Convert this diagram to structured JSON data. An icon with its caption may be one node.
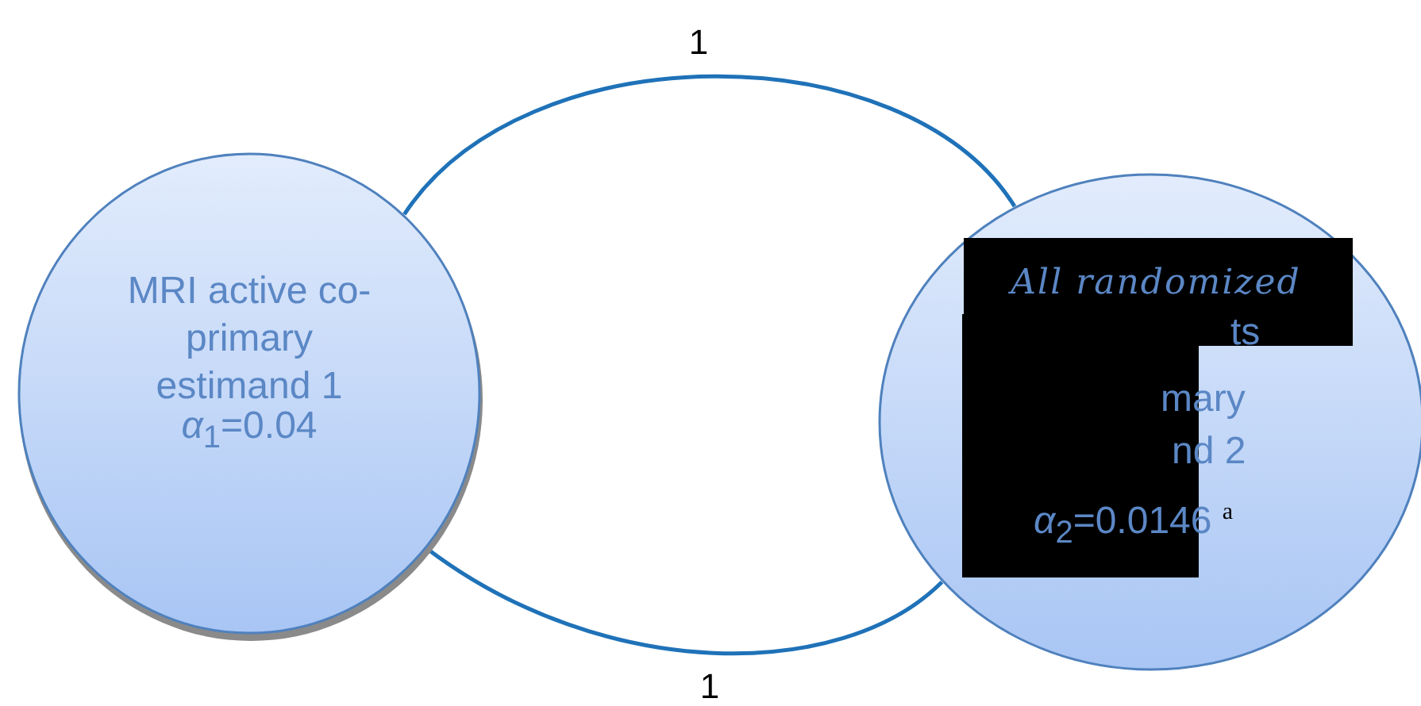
{
  "diagram": {
    "nodes": [
      {
        "text": [
          "MRI active co-primary estimand 1",
          "*α*$_{1}$=0.04"
        ]
      },
      {
        "text": [
          "All randomized",
          "ts",
          "mary",
          "nd 2",
          "*α*$_{2}$=0.0146 $^{a}$"
        ]
      }
    ],
    "edges": [
      {
        "from": 0,
        "to": 1,
        "arrow": "none",
        "label": "1"
      },
      {
        "from": 0,
        "to": 1,
        "arrow": "none",
        "label": "1"
      }
    ]
  }
}
